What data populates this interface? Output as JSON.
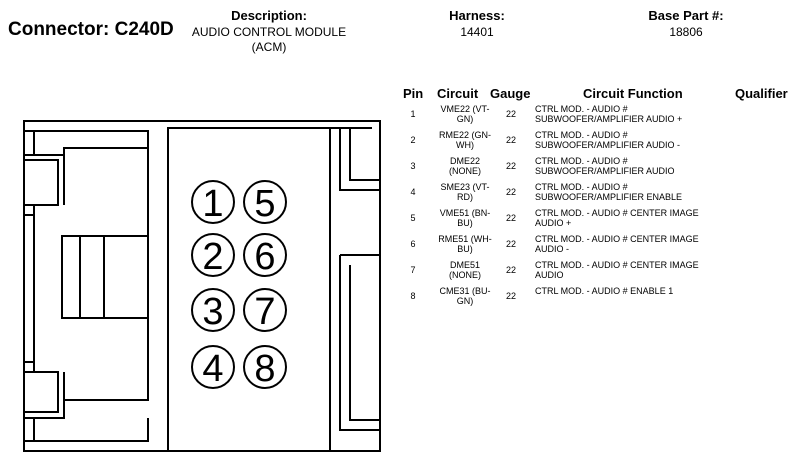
{
  "connector": "Connector: C240D",
  "description": {
    "label": "Description:",
    "value_line1": "AUDIO CONTROL MODULE",
    "value_line2": "(ACM)"
  },
  "harness": {
    "label": "Harness:",
    "value": "14401"
  },
  "base_part": {
    "label": "Base Part #:",
    "value": "18806"
  },
  "table": {
    "headers": {
      "pin": "Pin",
      "circuit": "Circuit",
      "gauge": "Gauge",
      "function": "Circuit Function",
      "qualifier": "Qualifier"
    },
    "rows": [
      {
        "pin": "1",
        "circuit1": "VME22 (VT-",
        "circuit2": "GN)",
        "gauge": "22",
        "func1": "CTRL MOD. - AUDIO #",
        "func2": "SUBWOOFER/AMPLIFIER AUDIO +"
      },
      {
        "pin": "2",
        "circuit1": "RME22 (GN-",
        "circuit2": "WH)",
        "gauge": "22",
        "func1": "CTRL MOD. - AUDIO #",
        "func2": "SUBWOOFER/AMPLIFIER AUDIO -"
      },
      {
        "pin": "3",
        "circuit1": "DME22",
        "circuit2": "(NONE)",
        "gauge": "22",
        "func1": "CTRL MOD. - AUDIO #",
        "func2": "SUBWOOFER/AMPLIFIER AUDIO"
      },
      {
        "pin": "4",
        "circuit1": "SME23 (VT-",
        "circuit2": "RD)",
        "gauge": "22",
        "func1": "CTRL MOD. - AUDIO #",
        "func2": "SUBWOOFER/AMPLIFIER ENABLE"
      },
      {
        "pin": "5",
        "circuit1": "VME51 (BN-",
        "circuit2": "BU)",
        "gauge": "22",
        "func1": "CTRL MOD. - AUDIO # CENTER IMAGE",
        "func2": "AUDIO +"
      },
      {
        "pin": "6",
        "circuit1": "RME51 (WH-",
        "circuit2": "BU)",
        "gauge": "22",
        "func1": "CTRL MOD. - AUDIO # CENTER IMAGE",
        "func2": "AUDIO -"
      },
      {
        "pin": "7",
        "circuit1": "DME51",
        "circuit2": "(NONE)",
        "gauge": "22",
        "func1": "CTRL MOD. - AUDIO # CENTER IMAGE",
        "func2": "AUDIO"
      },
      {
        "pin": "8",
        "circuit1": "CME31 (BU-",
        "circuit2": "GN)",
        "gauge": "22",
        "func1": "CTRL MOD. - AUDIO # ENABLE 1",
        "func2": ""
      }
    ]
  },
  "connector_pins": {
    "left_column": [
      "1",
      "2",
      "3",
      "4"
    ],
    "right_column": [
      "5",
      "6",
      "7",
      "8"
    ]
  }
}
